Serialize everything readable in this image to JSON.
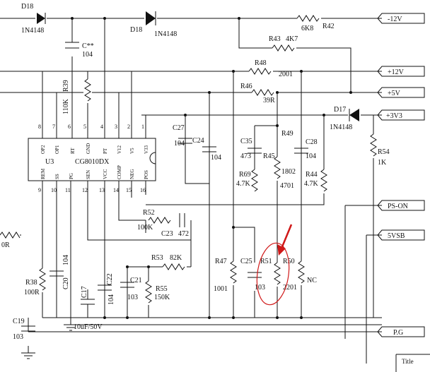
{
  "chip": {
    "designator": "U3",
    "part": "CG8010DX",
    "pins_top": [
      {
        "num": "8",
        "name": "OP2"
      },
      {
        "num": "7",
        "name": "OP1"
      },
      {
        "num": "6",
        "name": "RT"
      },
      {
        "num": "5",
        "name": "GND"
      },
      {
        "num": "4",
        "name": "PT"
      },
      {
        "num": "3",
        "name": "V12"
      },
      {
        "num": "2",
        "name": "V5"
      },
      {
        "num": "1",
        "name": "V33"
      }
    ],
    "pins_bottom": [
      {
        "num": "9",
        "name": "REM"
      },
      {
        "num": "10",
        "name": "SS"
      },
      {
        "num": "11",
        "name": "PG"
      },
      {
        "num": "12",
        "name": "SEN"
      },
      {
        "num": "13",
        "name": "VCC"
      },
      {
        "num": "14",
        "name": "COMP"
      },
      {
        "num": "15",
        "name": "NEG"
      },
      {
        "num": "16",
        "name": "POS"
      }
    ]
  },
  "components": [
    {
      "ref": "D18",
      "value": "1N4148"
    },
    {
      "ref": "D18",
      "value": "1N4148"
    },
    {
      "ref": "R42",
      "value": "6K8"
    },
    {
      "ref": "C**",
      "value": "104"
    },
    {
      "ref": "R43",
      "value": "4K7"
    },
    {
      "ref": "R39",
      "value": "110K"
    },
    {
      "ref": "R48",
      "value": "2001"
    },
    {
      "ref": "R46",
      "value": "39R"
    },
    {
      "ref": "D17",
      "value": "1N4148"
    },
    {
      "ref": "C27",
      "value": "104"
    },
    {
      "ref": "C24",
      "value": "104"
    },
    {
      "ref": "C35",
      "value": "473"
    },
    {
      "ref": "R49",
      "value": ""
    },
    {
      "ref": "C28",
      "value": "104"
    },
    {
      "ref": "R54",
      "value": "1K"
    },
    {
      "ref": "R45",
      "value": "1802"
    },
    {
      "ref": "R69",
      "value": "4.7K"
    },
    {
      "ref": "R44",
      "value": "4.7K"
    },
    {
      "ref": "",
      "value": "4701"
    },
    {
      "ref": "R52",
      "value": "100K"
    },
    {
      "ref": "C23",
      "value": "472"
    },
    {
      "ref": "R53",
      "value": "82K"
    },
    {
      "ref": "R47",
      "value": "1001"
    },
    {
      "ref": "C25",
      "value": "103"
    },
    {
      "ref": "R51",
      "value": ""
    },
    {
      "ref": "R50",
      "value": "2201"
    },
    {
      "ref": "",
      "value": "NC"
    },
    {
      "ref": "R38",
      "value": "100R"
    },
    {
      "ref": "C20",
      "value": "104"
    },
    {
      "ref": "C17",
      "value": "10uF/50V"
    },
    {
      "ref": "C22",
      "value": "104"
    },
    {
      "ref": "C21",
      "value": "103"
    },
    {
      "ref": "R55",
      "value": "150K"
    },
    {
      "ref": "C19",
      "value": "103"
    }
  ],
  "partial_label": "0R",
  "net_labels": [
    "-12V",
    "+12V",
    "+5V",
    "+3V3",
    "PS-ON",
    "5VSB",
    "P.G"
  ],
  "title_block": {
    "label": "Title"
  },
  "highlight": {
    "color": "#d01818"
  }
}
